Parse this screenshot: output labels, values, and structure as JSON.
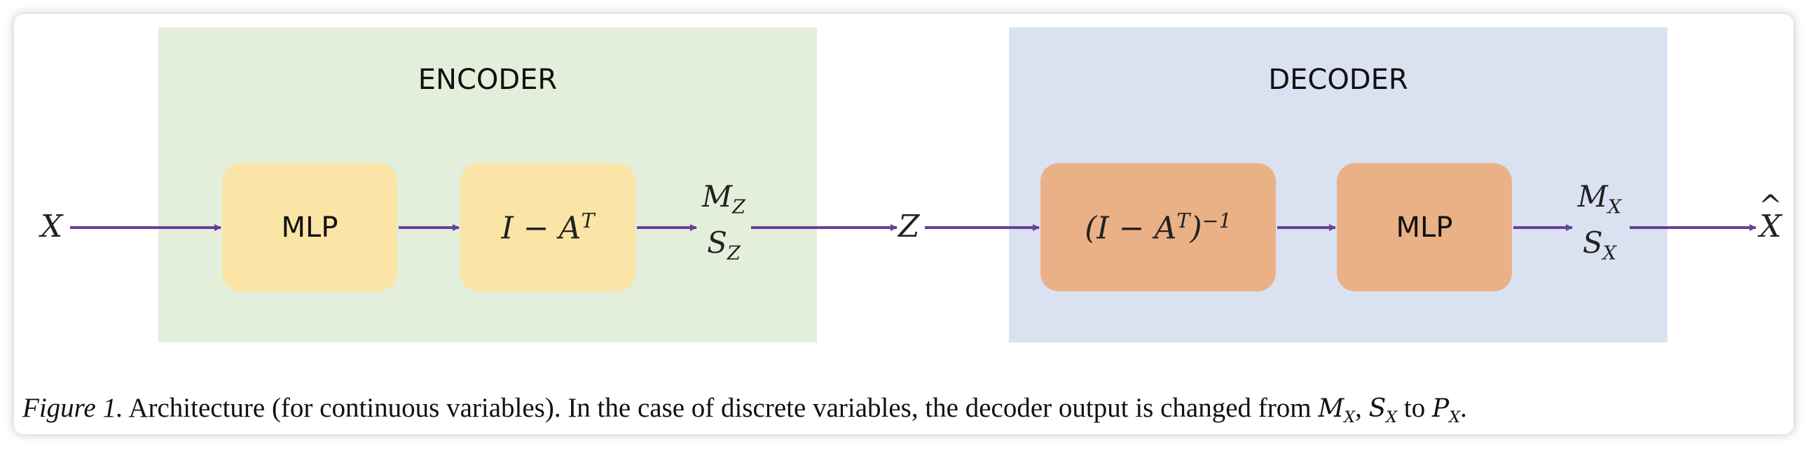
{
  "encoder": {
    "title": "ENCODER",
    "box1": "MLP",
    "box2": {
      "base": "I − A",
      "sup": "T"
    },
    "output": {
      "top_base": "M",
      "top_sub": "Z",
      "bottom_base": "S",
      "bottom_sub": "Z"
    }
  },
  "decoder": {
    "title": "DECODER",
    "box1": {
      "open": "(I − A",
      "sup": "T",
      "close": ")",
      "exp": "−1"
    },
    "box2": "MLP",
    "output": {
      "top_base": "M",
      "top_sub": "X",
      "bottom_base": "S",
      "bottom_sub": "X"
    }
  },
  "input_label": "X",
  "latent_label": "Z",
  "output_label": "X",
  "output_accent": "^",
  "caption": {
    "figure_label": "Figure 1.",
    "text": "Architecture (for continuous variables). In the case of discrete variables, the decoder output is changed from",
    "from_a": "M",
    "from_a_sub": "X",
    "comma": ",",
    "from_b": "S",
    "from_b_sub": "X",
    "to_word": "to",
    "to_var": "P",
    "to_var_sub": "X",
    "end": "."
  },
  "colors": {
    "encoder_panel": "#e3efdb",
    "decoder_panel": "#dae2f2",
    "encoder_box": "#fae5a6",
    "decoder_box": "#ebb186",
    "arrow": "#6a3e9a"
  }
}
